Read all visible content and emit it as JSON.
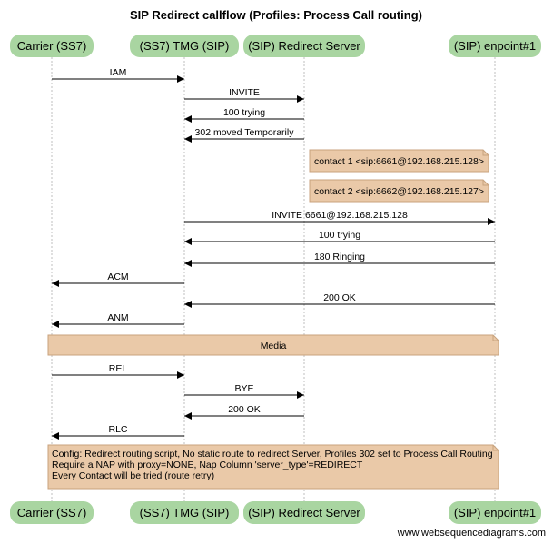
{
  "title": "SIP Redirect callflow (Profiles: Process Call routing)",
  "colors": {
    "actor_fill": "#a9d5a1",
    "note_fill": "#eac9a8",
    "note_stroke": "#c8a27d",
    "lifeline": "#bfbfbf",
    "arrow": "#000000"
  },
  "actors": [
    {
      "id": "carrier",
      "label": "Carrier (SS7)"
    },
    {
      "id": "tmg",
      "label": "(SS7) TMG (SIP)"
    },
    {
      "id": "redirect",
      "label": "(SIP) Redirect Server"
    },
    {
      "id": "endpoint",
      "label": "(SIP) enpoint#1"
    }
  ],
  "steps": [
    {
      "kind": "msg",
      "from": "carrier",
      "to": "tmg",
      "label": "IAM"
    },
    {
      "kind": "msg",
      "from": "tmg",
      "to": "redirect",
      "label": "INVITE"
    },
    {
      "kind": "msg",
      "from": "redirect",
      "to": "tmg",
      "label": "100 trying"
    },
    {
      "kind": "msg",
      "from": "redirect",
      "to": "tmg",
      "label": "302 moved Temporarily"
    },
    {
      "kind": "note",
      "over": "redirect",
      "lines": [
        "contact 1 <sip:6661@192.168.215.128>"
      ]
    },
    {
      "kind": "note",
      "over": "redirect",
      "lines": [
        "contact 2 <sip:6662@192.168.215.127>"
      ]
    },
    {
      "kind": "msg",
      "from": "tmg",
      "to": "endpoint",
      "label": "INVITE 6661@192.168.215.128"
    },
    {
      "kind": "msg",
      "from": "endpoint",
      "to": "tmg",
      "label": "100 trying"
    },
    {
      "kind": "msg",
      "from": "endpoint",
      "to": "tmg",
      "label": "180 Ringing"
    },
    {
      "kind": "msg",
      "from": "tmg",
      "to": "carrier",
      "label": "ACM"
    },
    {
      "kind": "msg",
      "from": "endpoint",
      "to": "tmg",
      "label": "200 OK"
    },
    {
      "kind": "msg",
      "from": "tmg",
      "to": "carrier",
      "label": "ANM"
    },
    {
      "kind": "span",
      "label": "Media"
    },
    {
      "kind": "msg",
      "from": "carrier",
      "to": "tmg",
      "label": "REL"
    },
    {
      "kind": "msg",
      "from": "tmg",
      "to": "redirect",
      "label": "BYE"
    },
    {
      "kind": "msg",
      "from": "redirect",
      "to": "tmg",
      "label": "200 OK"
    },
    {
      "kind": "msg",
      "from": "tmg",
      "to": "carrier",
      "label": "RLC"
    },
    {
      "kind": "spannote",
      "lines": [
        "Config: Redirect routing script, No static route to redirect Server, Profiles 302 set to Process Call Routing",
        "Require a NAP with proxy=NONE, Nap Column 'server_type'=REDIRECT",
        "Every Contact will be tried (route retry)"
      ]
    }
  ],
  "footer": "www.websequencediagrams.com"
}
